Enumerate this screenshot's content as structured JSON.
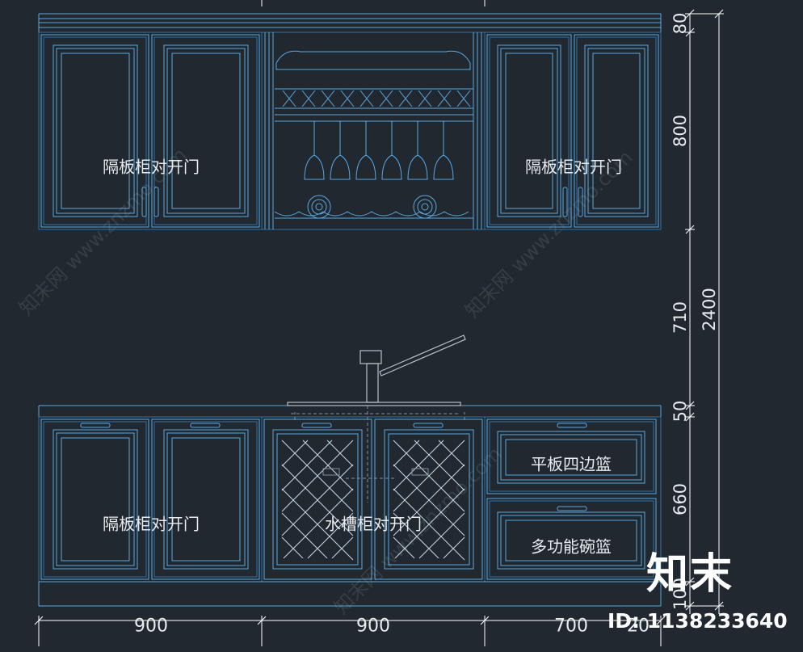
{
  "labels": {
    "upper_left": "隔板柜对开门",
    "upper_right": "隔板柜对开门",
    "lower_left": "隔板柜对开门",
    "lower_mid": "水槽柜对开门",
    "drawer_top": "平板四边篮",
    "drawer_bottom": "多功能碗篮"
  },
  "dimensions": {
    "widths": [
      "900",
      "900",
      "700",
      "20"
    ],
    "heights": [
      "80",
      "800",
      "710",
      "50",
      "660",
      "100"
    ],
    "total_height": "2400"
  },
  "watermark": {
    "logo": "知末",
    "id": "ID: 1138233640",
    "brand_cn": "知末网",
    "brand_url": "www.znzmo.com"
  },
  "colors": {
    "background": "#212830",
    "outline": "#5aa8e0",
    "outline_dark": "#2e6fa8",
    "dim_line": "#ffffff",
    "text": "#e8ecef"
  }
}
